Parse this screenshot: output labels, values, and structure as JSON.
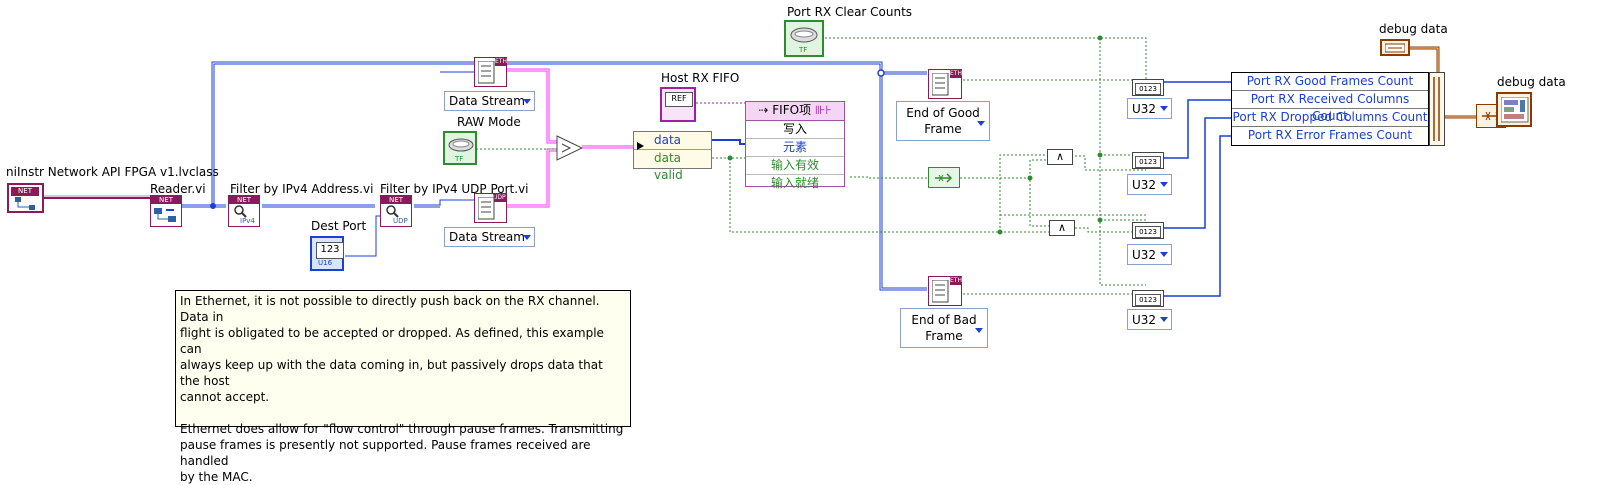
{
  "labels": {
    "class_constant": "niInstr Network API FPGA v1.lvclass",
    "reader_vi": "Reader.vi",
    "filter_ipv4": "Filter by IPv4 Address.vi",
    "filter_udp": "Filter by IPv4 UDP Port.vi",
    "dest_port": "Dest Port",
    "raw_mode": "RAW Mode",
    "host_rx_fifo": "Host RX FIFO",
    "port_rx_clear_counts": "Port RX Clear Counts",
    "debug_data_control": "debug data",
    "debug_data_indicator": "debug data"
  },
  "icons": {
    "net_badge": "NET",
    "eth_badge": "ETH",
    "udp_badge": "UDP",
    "ipv4_text": "IPv4",
    "udp_text": "UDP",
    "ref_text": "REF",
    "u16_text": "U16",
    "num_text": "123",
    "tf_text": "TF",
    "u32_icon_text": "0123"
  },
  "rings": {
    "data_stream_top": "Data Stream",
    "data_stream_bottom": "Data Stream",
    "end_good_line1": "End of Good",
    "end_good_line2": "Frame",
    "end_bad_line1": "End of Bad",
    "end_bad_line2": "Frame",
    "u32": [
      "U32",
      "U32",
      "U32",
      "U32"
    ]
  },
  "unbundle": {
    "rows": [
      "data",
      "data valid"
    ]
  },
  "fifo": {
    "title": "FIFO项",
    "rows": [
      "写入",
      "元素",
      "输入有效",
      "输入就绪"
    ]
  },
  "bundle": {
    "rows": [
      "Port RX Good Frames Count",
      "Port RX Received Columns Count",
      "Port RX Dropped Columns Count",
      "Port RX Error Frames Count"
    ]
  },
  "comment": {
    "para1": "In Ethernet, it is not possible to directly push back on the RX channel.  Data in\nflight is obligated to be accepted or dropped.  As defined, this example can\nalways keep up with the data coming in, but passively drops data that the host\ncannot accept.",
    "para2": "Ethernet does allow for \"flow control\" through pause frames.  Transmitting\npause frames is presently not supported.  Pause frames received are handled\nby the MAC."
  },
  "colors": {
    "class_wire": "#8b1a5a",
    "blue_wire": "#1a3fd1",
    "pink_wire": "#ff33ff",
    "bool_wire": "#2e8b2e",
    "u32_wire": "#1a3fd1",
    "note_bg": "#fffff0"
  }
}
